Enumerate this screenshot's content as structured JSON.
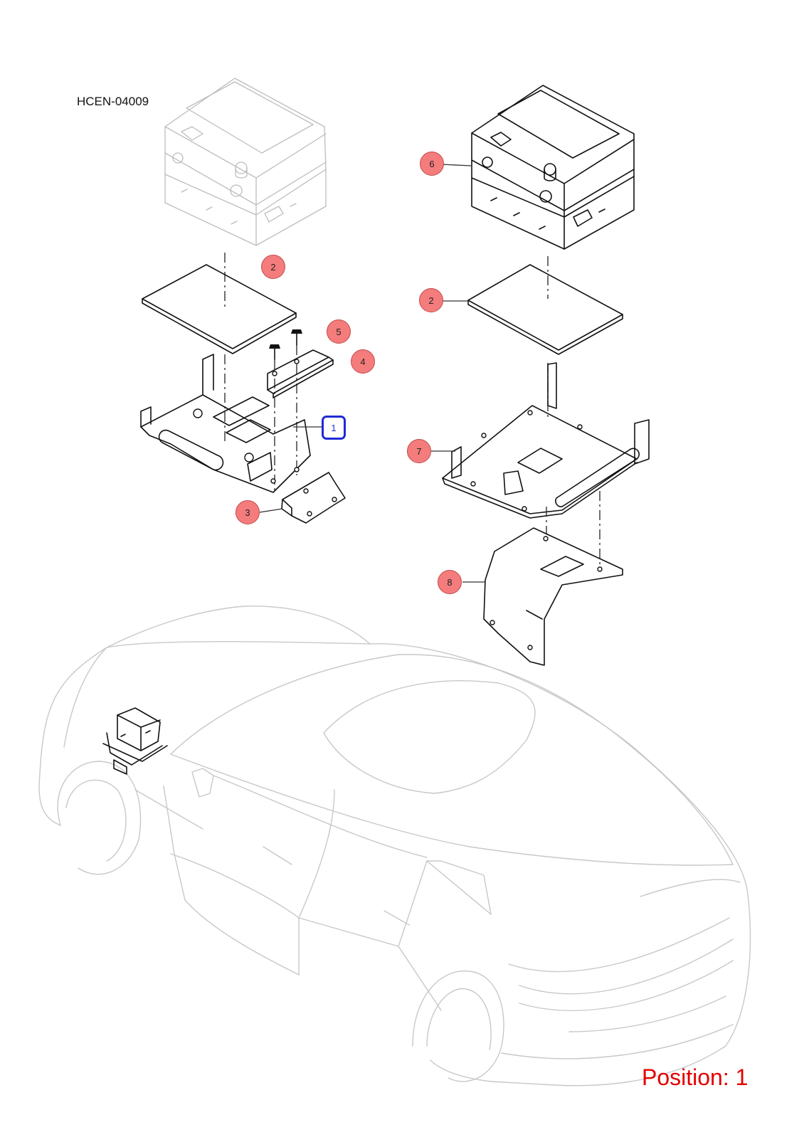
{
  "header": {
    "doc_code": "HCEN-04009"
  },
  "footer": {
    "position_label": "Position: 1"
  },
  "colors": {
    "callout_fill": "#f47c7c",
    "selected_outline": "#1f2bd6",
    "position_text": "#e30000"
  },
  "callouts": [
    {
      "label": "2"
    },
    {
      "label": "5"
    },
    {
      "label": "4"
    },
    {
      "label": "1"
    },
    {
      "label": "3"
    },
    {
      "label": "6"
    },
    {
      "label": "2"
    },
    {
      "label": "7"
    },
    {
      "label": "8"
    }
  ],
  "selected_callout": "1"
}
